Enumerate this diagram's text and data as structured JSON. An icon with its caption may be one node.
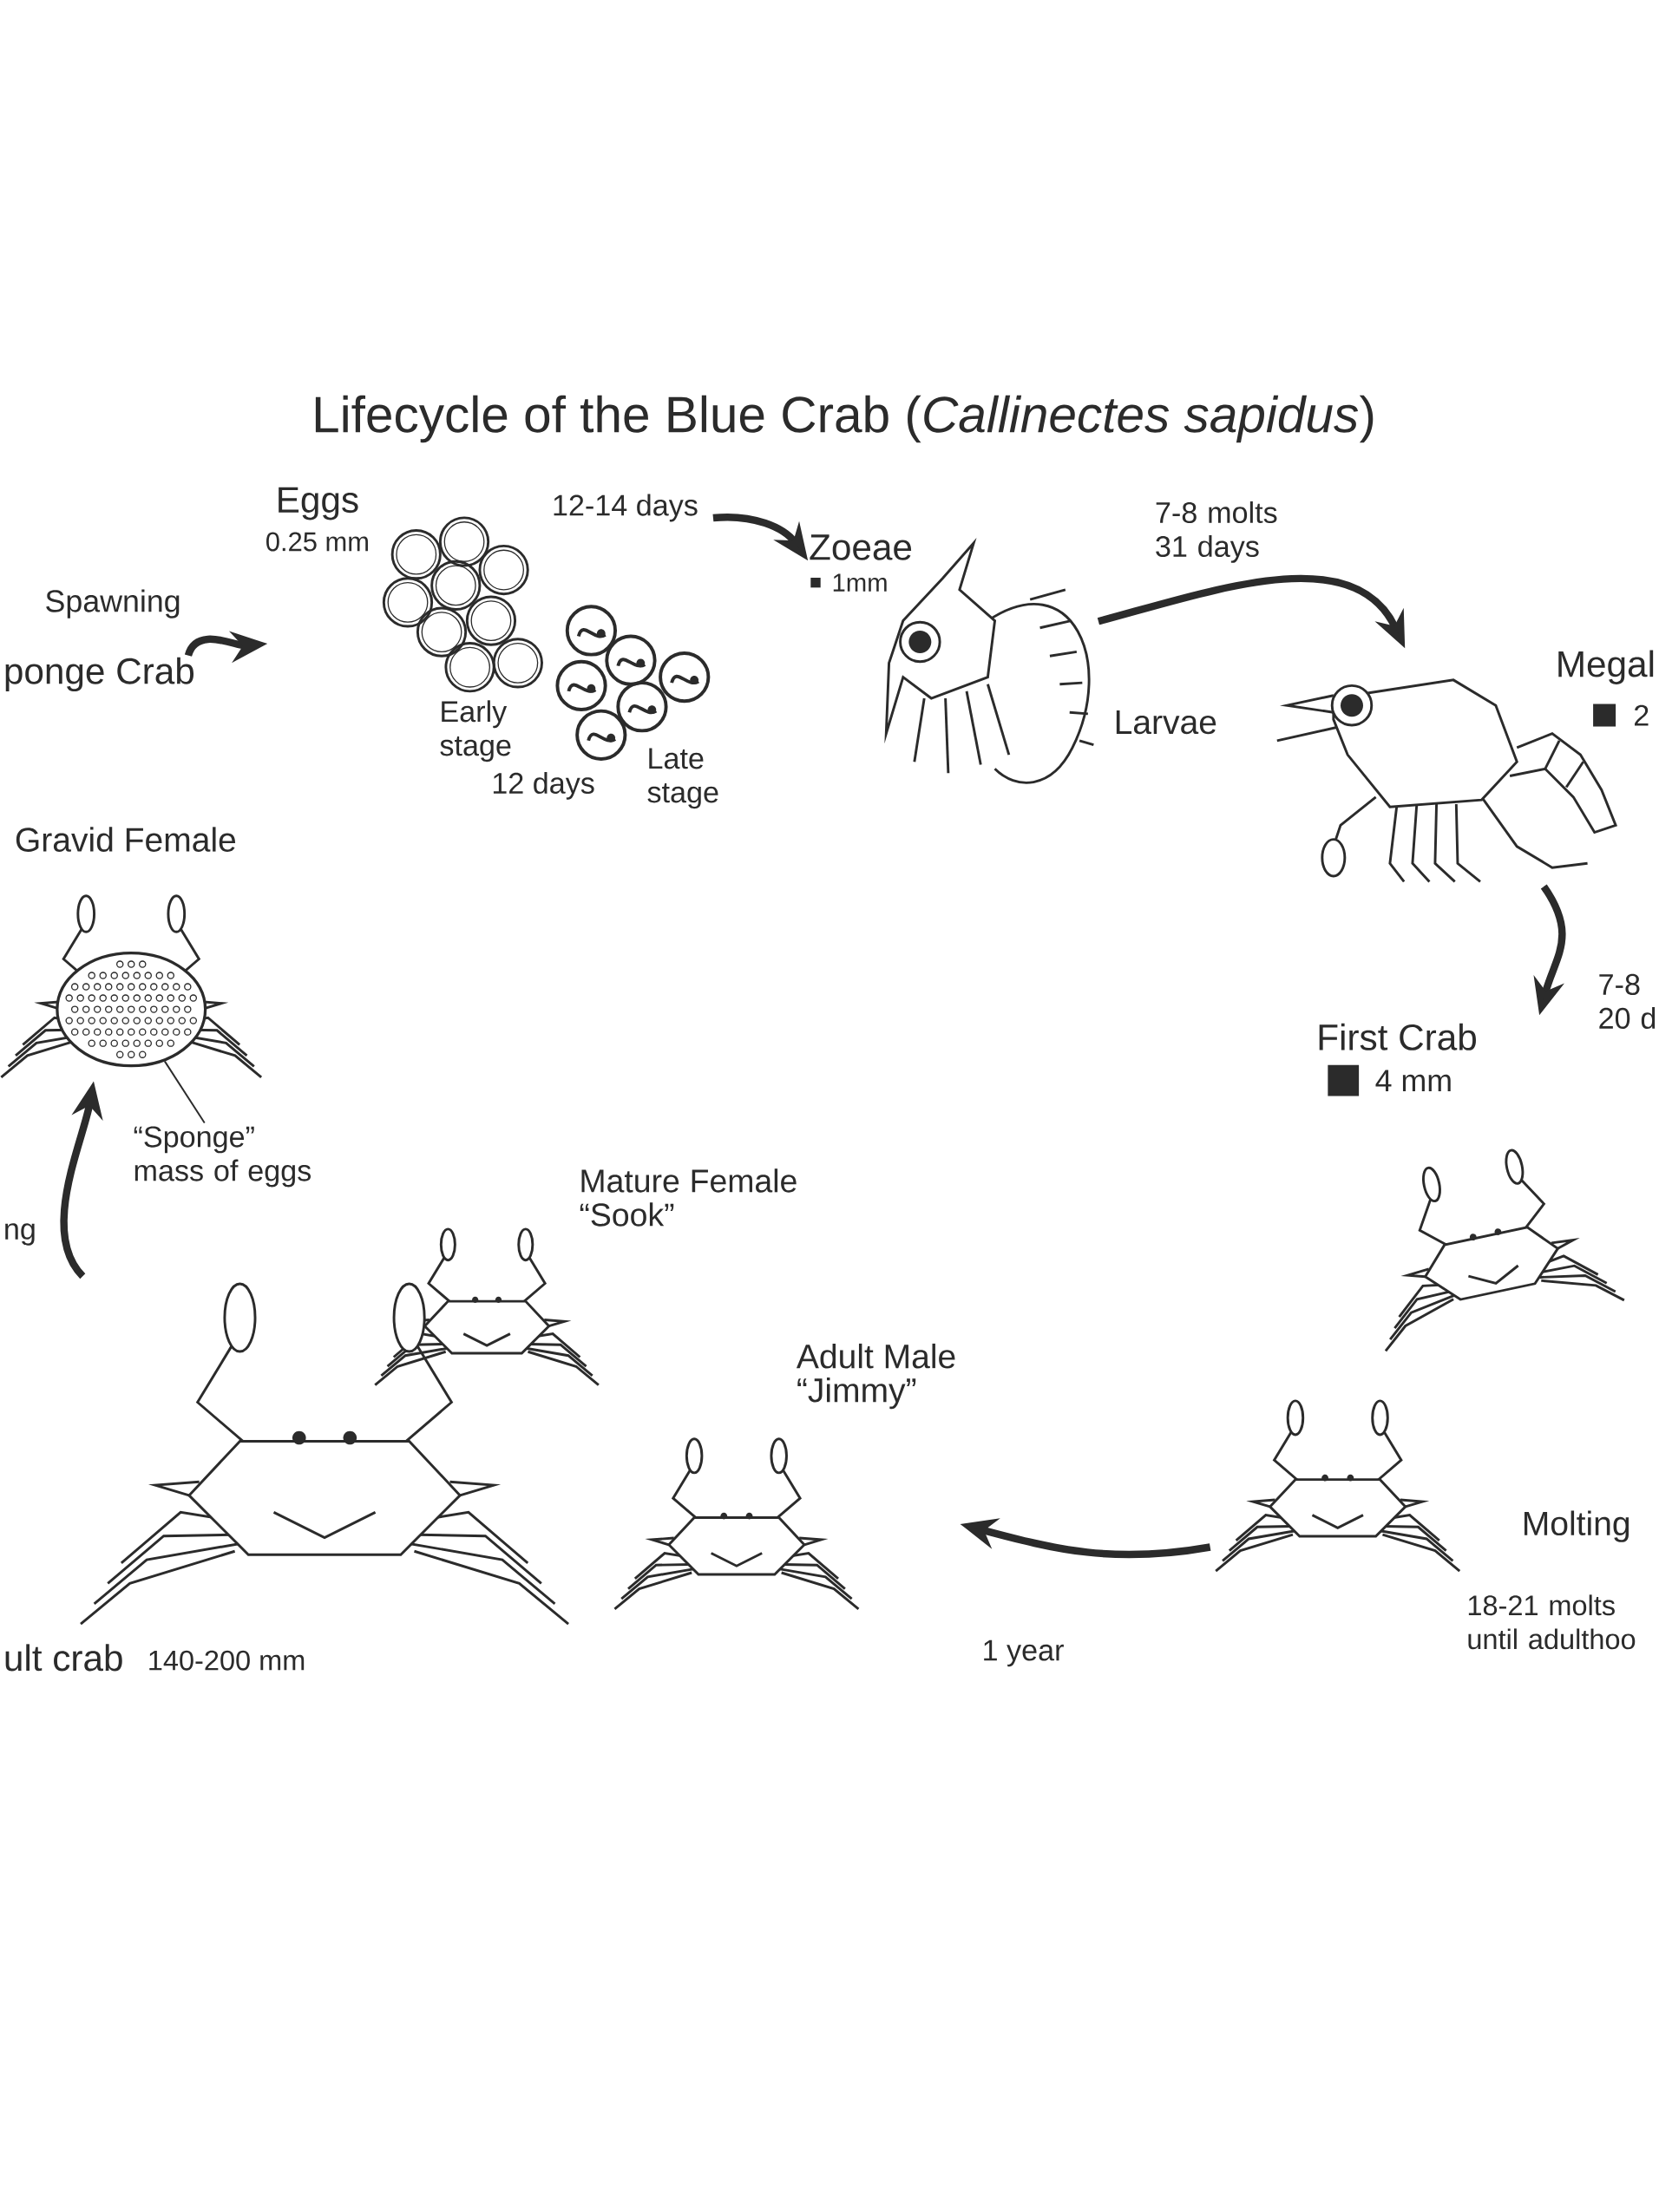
{
  "diagram": {
    "title": "Lifecycle of the Blue Crab (*Callinectes sapidus*)",
    "nodes": [
      {
        "text": [
          "Eggs",
          "0.25 mm"
        ]
      },
      {
        "text": [
          "Zoeae",
          "1mm"
        ]
      },
      {
        "text": [
          "Megal",
          "2"
        ]
      },
      {
        "text": [
          "First Crab",
          "4 mm"
        ]
      },
      {
        "text": [
          "Molting"
        ],
        "beside": [
          "18-21 molts until adulthoo"
        ]
      },
      {
        "text": [
          "Adult Male “Jimmy”"
        ]
      },
      {
        "text": [
          "Mature Female “Sook”"
        ]
      },
      {
        "text": [
          "ult crab",
          "140-200 mm"
        ]
      },
      {
        "text": [
          "ponge Crab",
          "Gravid Female"
        ]
      },
      {
        "text": [
          "“Sponge” mass of eggs"
        ]
      },
      {
        "text": [],
        "shape": "circle",
        "in": 8
      }
    ],
    "edges": [
      {
        "from": 8,
        "to": 0,
        "arrow": "to",
        "label": "Spawning"
      },
      {
        "from": 0,
        "to": 1,
        "arrow": "to",
        "label": "12-14 days"
      },
      {
        "from": 1,
        "to": 2,
        "arrow": "to",
        "label": "7-8 molts 31 days"
      },
      {
        "from": 2,
        "to": 3,
        "arrow": "to",
        "label": "7-8 20 d"
      },
      {
        "from": 4,
        "to": 5,
        "arrow": "to",
        "label": "1 year"
      },
      {
        "from": 7,
        "to": 8,
        "arrow": "to",
        "label": "ng"
      },
      {
        "from": 9,
        "to": 10,
        "arrow": "none"
      }
    ],
    "labels": [
      "Early stage",
      "Late stage",
      "12 days",
      "Larvae"
    ]
  }
}
